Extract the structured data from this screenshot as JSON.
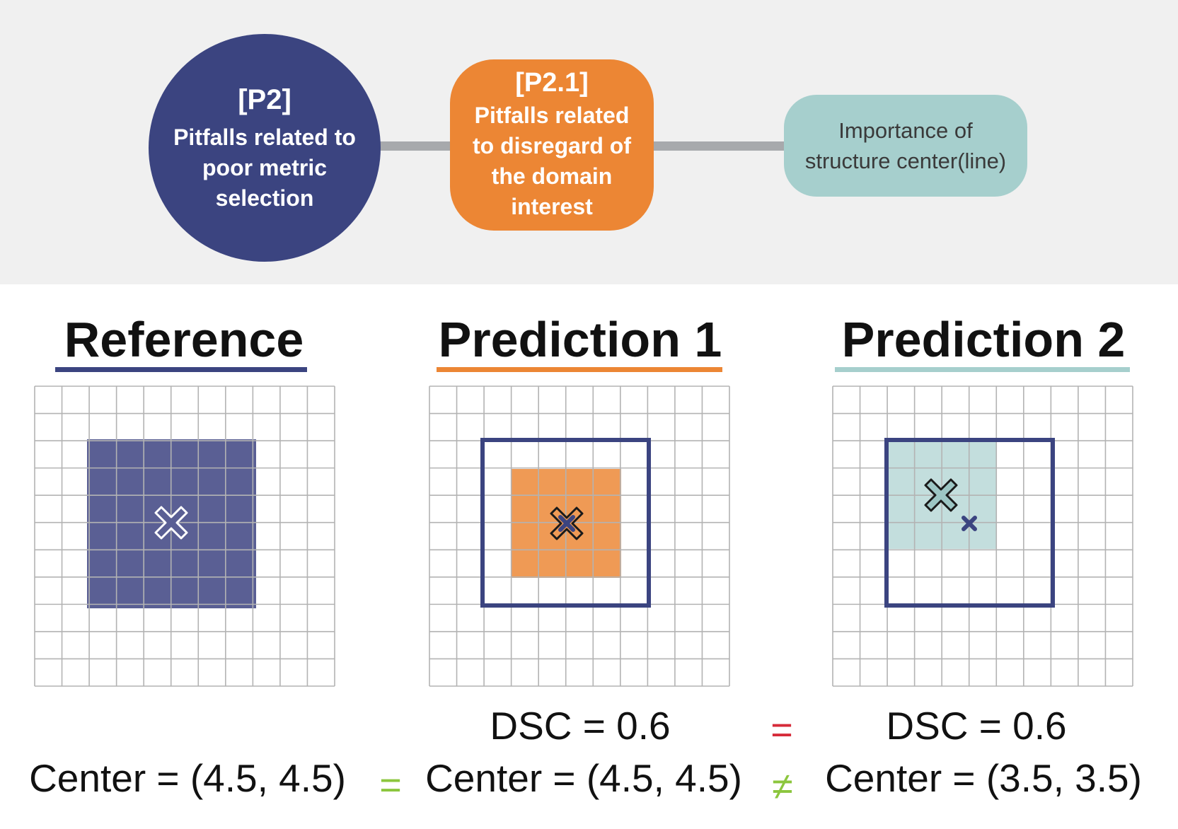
{
  "header": {
    "p2": {
      "code": "[P2]",
      "desc": "Pitfalls related to\npoor metric\nselection"
    },
    "p21": {
      "code": "[P2.1]",
      "desc": "Pitfalls related\nto disregard of\nthe domain\ninterest"
    },
    "importance": {
      "desc": "Importance of\nstructure center(line)"
    }
  },
  "panels": [
    {
      "title": "Reference",
      "dsc": "",
      "center": "Center = (4.5, 4.5)"
    },
    {
      "title": "Prediction 1",
      "dsc": "DSC = 0.6",
      "center": "Center = (4.5, 4.5)"
    },
    {
      "title": "Prediction 2",
      "dsc": "DSC = 0.6",
      "center": "Center = (3.5, 3.5)"
    }
  ],
  "relations": {
    "dsc_p1_p2": "=",
    "center_ref_p1": "=",
    "center_p1_p2": "≠"
  },
  "colors": {
    "reference": "#3b4480",
    "reference_fill": "#5a5f94",
    "prediction1": "#ec8634",
    "prediction1_fill": "#ef9a55",
    "prediction2": "#a6cfcd",
    "prediction2_fill": "#c3dedd",
    "grid": "#b3b3b3",
    "equal_red": "#d62b39",
    "green": "#8cc63e"
  },
  "grid_cells": 11
}
